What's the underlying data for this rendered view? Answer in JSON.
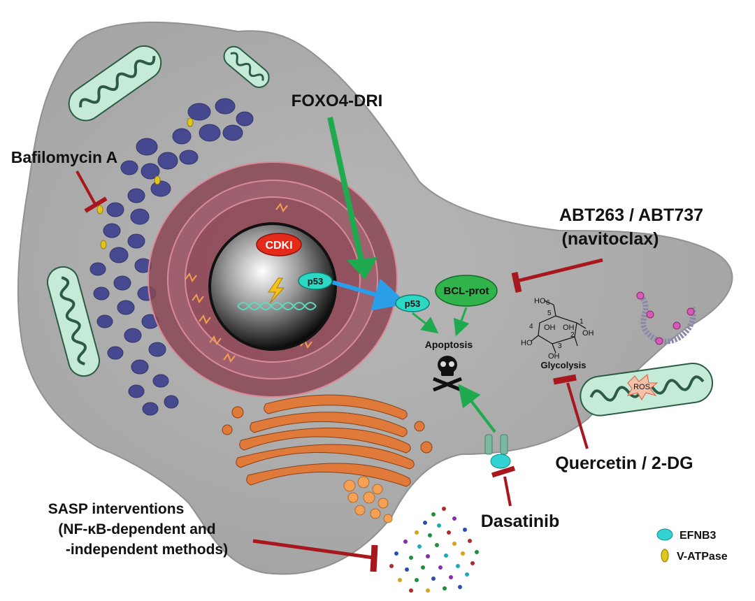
{
  "labels": {
    "foxo4": "FOXO4-DRI",
    "bafilomycin": "Bafilomycin A",
    "abt_line1": "ABT263 / ABT737",
    "abt_line2": "(navitoclax)",
    "quercetin": "Quercetin / 2-DG",
    "dasatinib": "Dasatinib",
    "sasp_line1": "SASP interventions",
    "sasp_line2": "(NF-κB-dependent and",
    "sasp_line3": "-independent methods)",
    "cdki": "CDKI",
    "p53_nucleus": "p53",
    "p53_cyto": "p53",
    "bcl": "BCL-prot",
    "apoptosis": "Apoptosis",
    "glycolysis": "Glycolysis",
    "ros": "ROS"
  },
  "glucose": {
    "ho6": "HO",
    "c6": "6",
    "c5": "5",
    "c4": "4",
    "c3": "3",
    "c2": "2",
    "c1": "1",
    "oh_a": "OH",
    "oh_b": "OH",
    "oh_c": "OH",
    "oh_d": "OH",
    "ho3": "HO"
  },
  "legend": {
    "efnb3": "EFNB3",
    "vatpase": "V-ATPase"
  },
  "colors": {
    "cell": "#a9a9a9",
    "inhibitor": "#a8161e",
    "activator": "#1faa4f",
    "p53": "#2bd8c4",
    "bcl": "#2fb34a",
    "cdki": "#e42b1a",
    "mitochondria": "#c5ead8",
    "lysosome": "#3c3f8e",
    "er": "#8a4654",
    "golgi": "#e07a3a",
    "efnb3": "#33d3d3",
    "vatpase": "#e0c51a"
  }
}
